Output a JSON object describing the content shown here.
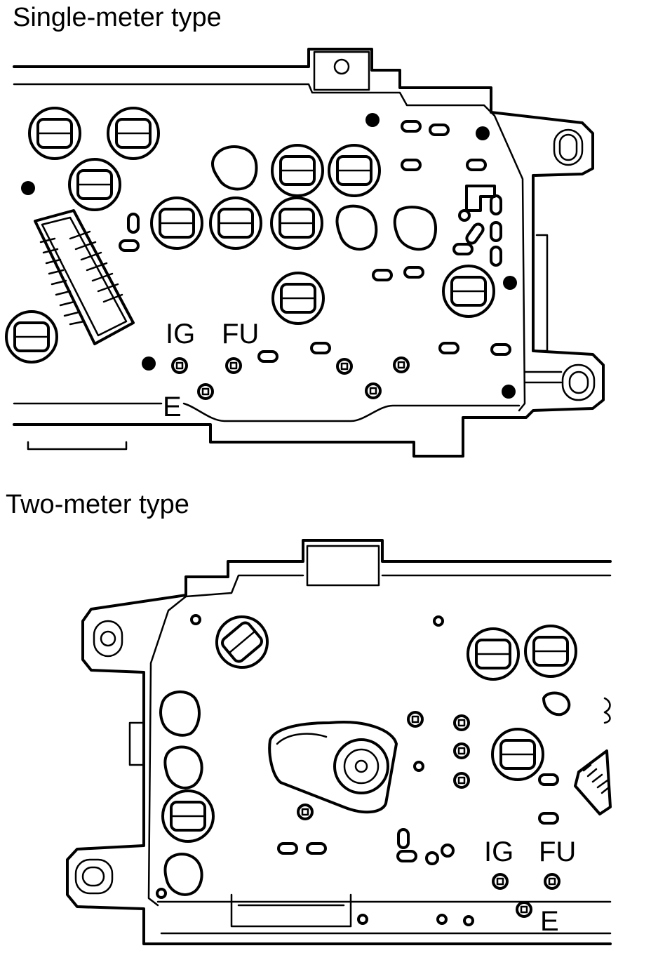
{
  "figure": {
    "single_meter": {
      "title": "Single-meter type",
      "terminals": {
        "ig": "IG",
        "fu": "FU",
        "e": "E"
      }
    },
    "two_meter": {
      "title": "Two-meter type",
      "terminals": {
        "ig": "IG",
        "fu": "FU",
        "e": "E"
      }
    }
  }
}
